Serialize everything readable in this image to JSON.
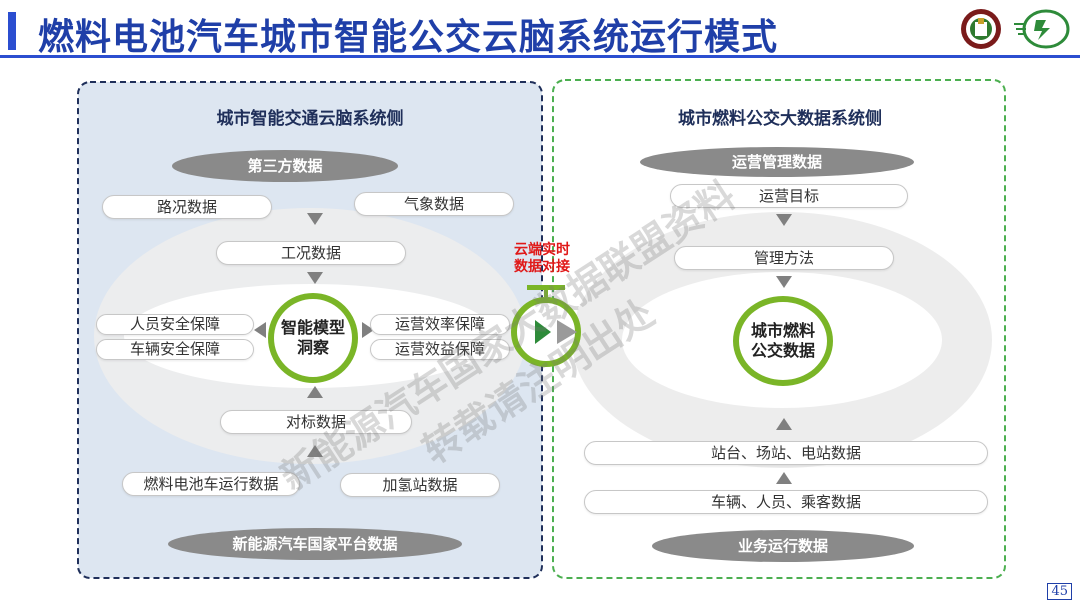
{
  "header": {
    "title": "燃料电池汽车城市智能公交云脑系统运行模式",
    "logo_left_icon": "university-seal-icon",
    "logo_right_icon": "fuel-cell-brand-logo-icon"
  },
  "left_panel": {
    "title": "城市智能交通云脑系统侧",
    "top_source": "第三方数据",
    "top_items": [
      "路况数据",
      "气象数据"
    ],
    "condition": "工况数据",
    "left_items": [
      "人员安全保障",
      "车辆安全保障"
    ],
    "center": [
      "智能模型",
      "洞察"
    ],
    "right_items": [
      "运营效率保障",
      "运营效益保障"
    ],
    "benchmark": "对标数据",
    "bottom_items": [
      "燃料电池车运行数据",
      "加氢站数据"
    ],
    "bottom_source": "新能源汽车国家平台数据"
  },
  "connector": {
    "label_line1": "云端实时",
    "label_line2": "数据对接"
  },
  "right_panel": {
    "title": "城市燃料公交大数据系统侧",
    "top_source": "运营管理数据",
    "item_goal": "运营目标",
    "item_method": "管理方法",
    "center": [
      "城市燃料",
      "公交数据"
    ],
    "item_stations": "站台、场站、电站数据",
    "item_vehicles": "车辆、人员、乘客数据",
    "bottom_source": "业务运行数据"
  },
  "watermark": {
    "line1": "新能源汽车国家大数据联盟资料",
    "line2": "转载请注明出处"
  },
  "page_number": "45",
  "colors": {
    "title_blue": "#1f3fa8",
    "accent_green": "#7ab527",
    "connector_red": "#e01818",
    "left_panel_bg": "#dde6f1",
    "right_panel_border": "#4caf50"
  }
}
